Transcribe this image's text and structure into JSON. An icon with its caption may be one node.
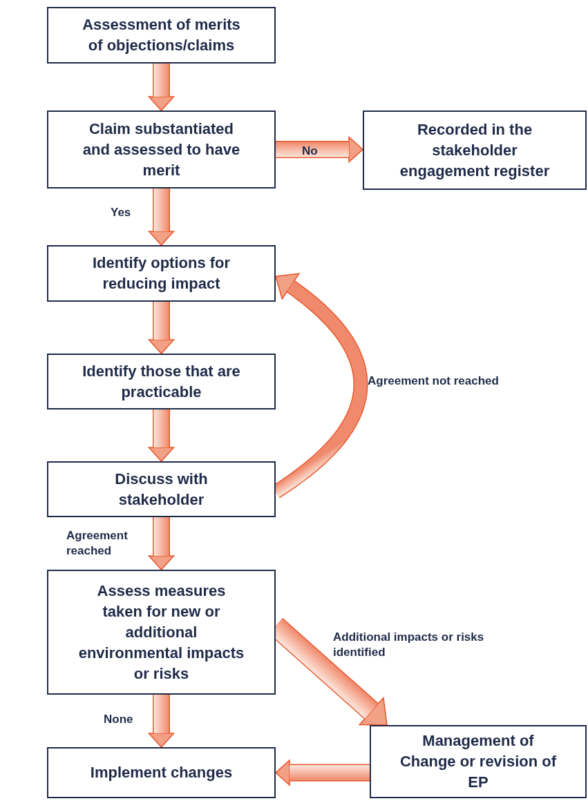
{
  "diagram": {
    "nodes": [
      {
        "text": [
          "Assessment of merits of objections/claims"
        ]
      },
      {
        "text": [
          "Claim substantiated and assessed to have merit"
        ]
      },
      {
        "text": [
          "Recorded in the stakeholder engagement register"
        ]
      },
      {
        "text": [
          "Identify options for reducing impact"
        ]
      },
      {
        "text": [
          "Identify those that are practicable"
        ]
      },
      {
        "text": [
          "Discuss with stakeholder"
        ]
      },
      {
        "text": [
          "Assess measures taken for new or additional environmental impacts or risks"
        ]
      },
      {
        "text": [
          "Management of Change or revision of EP"
        ]
      },
      {
        "text": [
          "Implement changes"
        ]
      }
    ],
    "edges": [
      {
        "from": 0,
        "to": 1,
        "arrow": "to"
      },
      {
        "from": 1,
        "to": 2,
        "arrow": "to",
        "label": "No"
      },
      {
        "from": 1,
        "to": 3,
        "arrow": "to",
        "label": "Yes"
      },
      {
        "from": 3,
        "to": 4,
        "arrow": "to"
      },
      {
        "from": 4,
        "to": 5,
        "arrow": "to"
      },
      {
        "from": 5,
        "to": 3,
        "arrow": "to",
        "label": "Agreement not reached"
      },
      {
        "from": 5,
        "to": 6,
        "arrow": "to",
        "label": "Agreement reached"
      },
      {
        "from": 6,
        "to": 7,
        "arrow": "to",
        "label": "Additional impacts or risks identified"
      },
      {
        "from": 6,
        "to": 8,
        "arrow": "to",
        "label": "None"
      },
      {
        "from": 7,
        "to": 8,
        "arrow": "to"
      }
    ]
  }
}
